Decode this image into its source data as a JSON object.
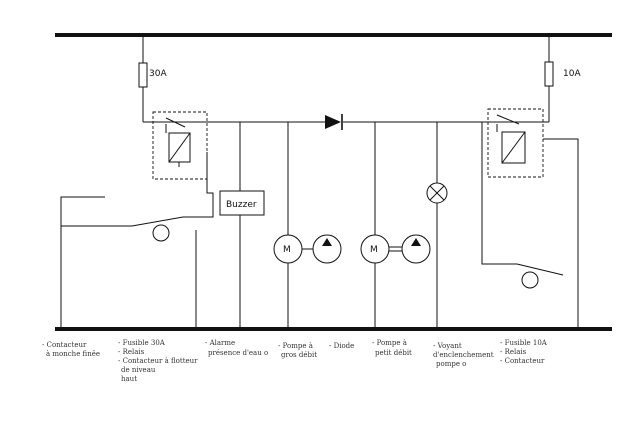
{
  "components": {
    "fuse_left": "30A",
    "fuse_right": "10A",
    "buzzer": "Buzzer",
    "motor_1": "M",
    "motor_2": "M"
  },
  "legend": [
    [
      "- Contacteur",
      "à monche finêe"
    ],
    [
      "- Fusible 30A",
      "- Relais",
      "- Contacteur à flotteur",
      "de niveau",
      "haut"
    ],
    [
      "- Alarme",
      "présence d'eau o"
    ],
    [
      "- Pompe à",
      "gros débit"
    ],
    [
      "- Diode"
    ],
    [
      "- Pompe à",
      "petit débit"
    ],
    [
      "- Voyant",
      "d'enclenchement",
      "pompe o"
    ],
    [
      "- Fusible 10A",
      "- Relais",
      "- Contacteur"
    ]
  ]
}
